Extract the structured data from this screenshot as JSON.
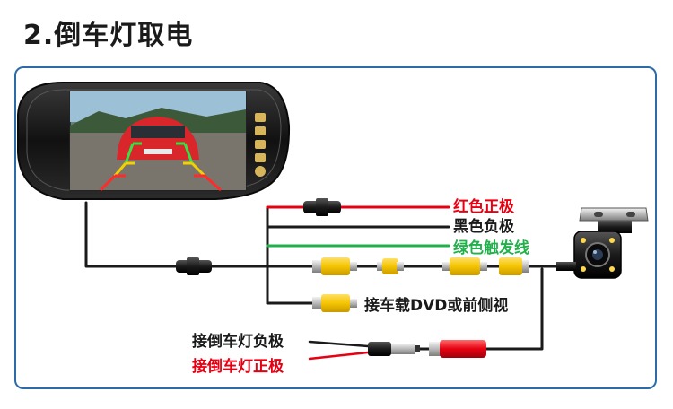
{
  "title": "2.倒车灯取电",
  "labels": {
    "red_positive": "红色正极",
    "black_negative": "黑色负极",
    "green_trigger": "绿色触发线",
    "dvd_side": "接车载DVD或前侧视",
    "reverse_negative": "接倒车灯负极",
    "reverse_positive": "接倒车灯正极"
  },
  "colors": {
    "frame": "#2c6aa8",
    "red_wire": "#e60012",
    "black_wire": "#1a1a1a",
    "green_wire": "#21b14b",
    "rca_yellow": "#f5c400",
    "rca_red": "#e60012"
  },
  "icons": [
    "monitor-mirror",
    "backup-camera",
    "rca-connector",
    "dc-plug"
  ]
}
